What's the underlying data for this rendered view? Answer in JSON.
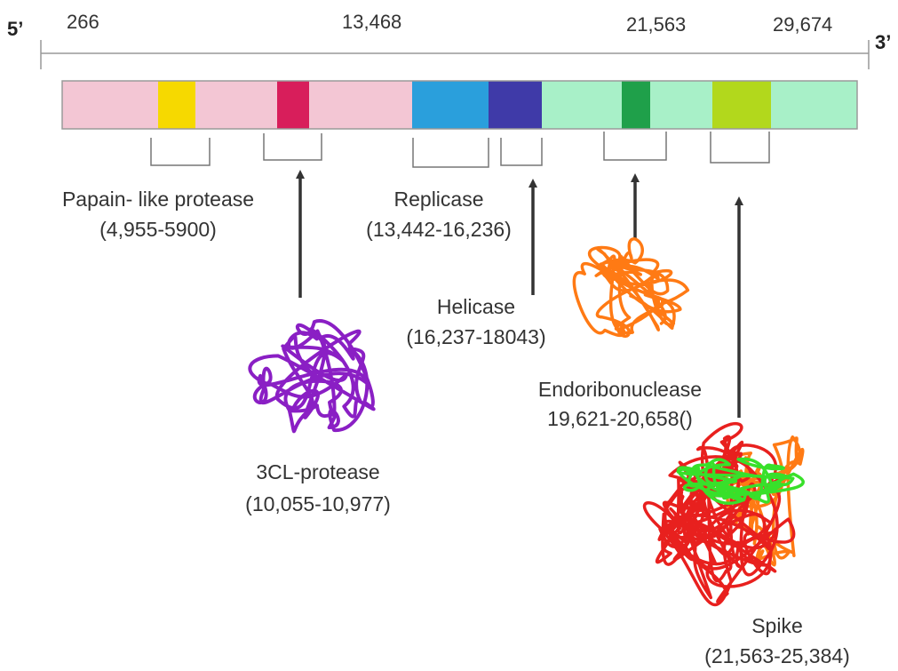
{
  "genome": {
    "five_prime": "5’",
    "three_prime": "3’",
    "ticks": [
      "266",
      "13,468",
      "21,563",
      "29,674"
    ],
    "segments": [
      {
        "name": "pp1a-region-1",
        "color": "#f3c6d4"
      },
      {
        "name": "nsp-yellow",
        "color": "#f6d900"
      },
      {
        "name": "pp1a-region-2",
        "color": "#f3c6d4"
      },
      {
        "name": "nsp-crimson",
        "color": "#d81e5b"
      },
      {
        "name": "pp1a-region-3",
        "color": "#f3c6d4"
      },
      {
        "name": "replicase-block",
        "color": "#2a9fdc"
      },
      {
        "name": "helicase-block",
        "color": "#3f3aa8"
      },
      {
        "name": "pp1b-region-1",
        "color": "#a8f0c8"
      },
      {
        "name": "endoribonuclease-block",
        "color": "#1fa04a"
      },
      {
        "name": "pp1b-region-2",
        "color": "#a8f0c8"
      },
      {
        "name": "spike-block",
        "color": "#b2d81c"
      },
      {
        "name": "tail-region",
        "color": "#a8f0c8"
      }
    ]
  },
  "proteins": {
    "papain": {
      "label": "Papain- like protease",
      "range": "(4,955-5900)"
    },
    "cl3": {
      "label": "3CL-protease",
      "range": "(10,055-10,977)",
      "color": "#8a1fc4"
    },
    "replicase": {
      "label": "Replicase",
      "range": "(13,442-16,236)"
    },
    "helicase": {
      "label": "Helicase",
      "range": "(16,237-18043)"
    },
    "endo": {
      "label": "Endoribonuclease",
      "range": "19,621-20,658()",
      "color": "#ff7a14"
    },
    "spike": {
      "label": "Spike",
      "range": "(21,563-25,384)",
      "colors": [
        "#e8201e",
        "#ff7a14",
        "#38e02a"
      ]
    }
  }
}
